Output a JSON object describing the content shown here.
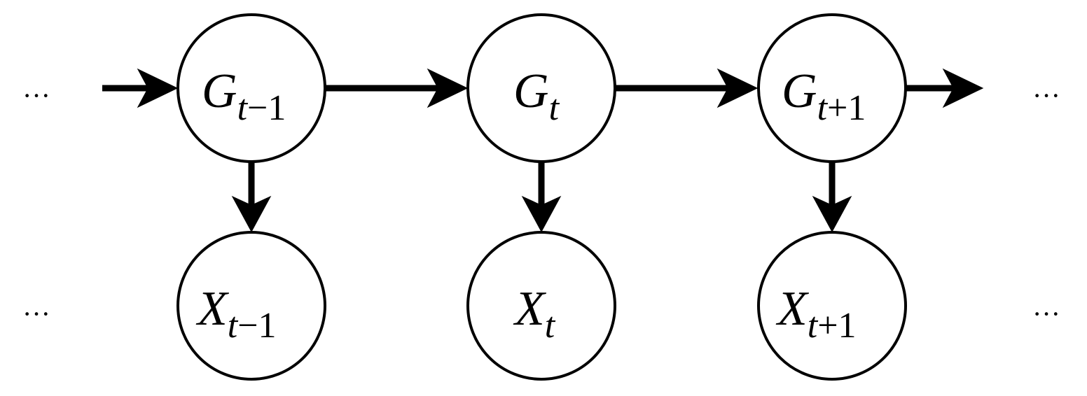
{
  "diagram": {
    "type": "dynamic-bayesian-network",
    "nodes": [
      {
        "id": "G_prev",
        "letter": "G",
        "sub_letter": "t",
        "sub_rest": "−1",
        "layer": "hidden"
      },
      {
        "id": "G_curr",
        "letter": "G",
        "sub_letter": "t",
        "sub_rest": "",
        "layer": "hidden"
      },
      {
        "id": "G_next",
        "letter": "G",
        "sub_letter": "t",
        "sub_rest": "+1",
        "layer": "hidden"
      },
      {
        "id": "X_prev",
        "letter": "X",
        "sub_letter": "t",
        "sub_rest": "−1",
        "layer": "observed"
      },
      {
        "id": "X_curr",
        "letter": "X",
        "sub_letter": "t",
        "sub_rest": "",
        "layer": "observed"
      },
      {
        "id": "X_next",
        "letter": "X",
        "sub_letter": "t",
        "sub_rest": "+1",
        "layer": "observed"
      }
    ],
    "edges": [
      {
        "from": "ellipsis_top_left",
        "to": "G_prev"
      },
      {
        "from": "G_prev",
        "to": "G_curr"
      },
      {
        "from": "G_curr",
        "to": "G_next"
      },
      {
        "from": "G_next",
        "to": "ellipsis_top_right"
      },
      {
        "from": "G_prev",
        "to": "X_prev"
      },
      {
        "from": "G_curr",
        "to": "X_curr"
      },
      {
        "from": "G_next",
        "to": "X_next"
      }
    ],
    "ellipses": {
      "top_left": "···",
      "top_right": "···",
      "bottom_left": "···",
      "bottom_right": "···"
    },
    "colors": {
      "stroke": "#000000",
      "fill": "#ffffff"
    }
  }
}
